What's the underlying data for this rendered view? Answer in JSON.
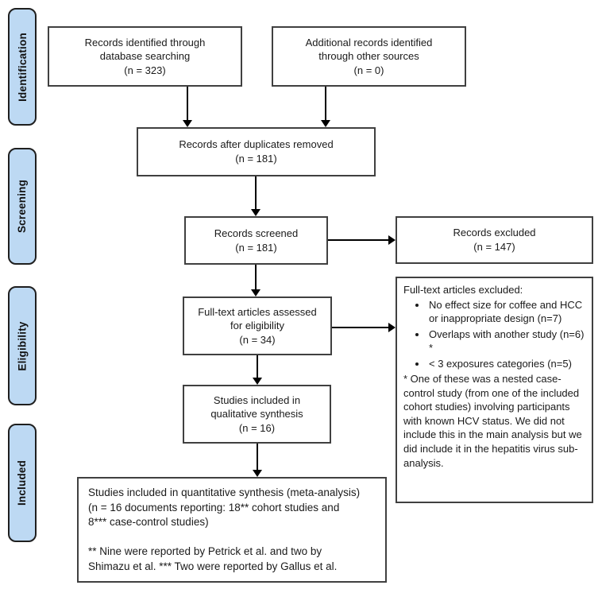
{
  "colors": {
    "phase_fill": "#bdd9f3",
    "phase_border": "#1f1f1f",
    "box_border": "#404040",
    "text": "#1a1a1a",
    "arrow": "#000000"
  },
  "sidebar": {
    "identification": "Identification",
    "screening": "Screening",
    "eligibility": "Eligibility",
    "included": "Included"
  },
  "boxes": {
    "records_identified": {
      "lines": [
        "Records identified through",
        "database searching",
        "(n = 323)"
      ]
    },
    "additional_records": {
      "lines": [
        "Additional records identified",
        "through other sources",
        "(n = 0)"
      ]
    },
    "after_duplicates": {
      "lines": [
        "Records after duplicates removed",
        "(n = 181)"
      ]
    },
    "records_screened": {
      "lines": [
        "Records screened",
        "(n = 181)"
      ]
    },
    "records_excluded": {
      "lines": [
        "Records excluded",
        "(n = 147)"
      ]
    },
    "fulltext_assessed": {
      "lines": [
        "Full-text articles assessed",
        "for eligibility",
        "(n = 34)"
      ]
    },
    "qualitative": {
      "lines": [
        "Studies included in",
        "qualitative synthesis",
        "(n = 16)"
      ]
    },
    "fulltext_excluded": {
      "title": "Full-text articles excluded:",
      "bullets": [
        "No effect size for coffee and HCC or inappropriate design (n=7)",
        "Overlaps with another study (n=6) *",
        "< 3 exposures categories (n=5)"
      ],
      "footnote": "* One of these was a nested case-control study (from one of the included cohort studies) involving participants with known HCV status. We did not include this in the main analysis but we did include it in the hepatitis virus sub-analysis."
    },
    "quantitative": {
      "para1_lines": [
        "Studies included in quantitative synthesis (meta-analysis)",
        "(n = 16 documents reporting: 18** cohort studies and",
        "8*** case-control studies)"
      ],
      "para2_lines": [
        "** Nine were reported by Petrick et al. and two by",
        "Shimazu et al. *** Two were reported by Gallus et al."
      ]
    }
  }
}
